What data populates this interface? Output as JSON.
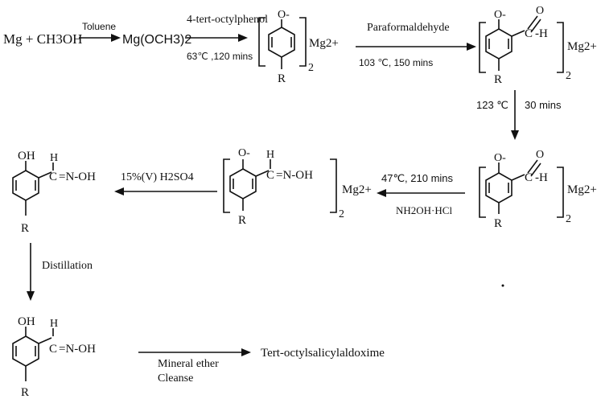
{
  "reagents": {
    "mg_methanol": "Mg + CH3OH",
    "mg_methoxide": "Mg(OCH3)2",
    "final_product": "Tert-octylsalicylaldoxime"
  },
  "atoms": {
    "o_minus": "O-",
    "r": "R",
    "oh": "OH",
    "h": "H",
    "c_eq": "C",
    "n_oh": "=N-OH",
    "mg2plus": "Mg2+",
    "sub2": "2"
  },
  "conditions": {
    "step1_above": "Toluene",
    "step2_above": "4-tert-octylphenol",
    "step2_below": "63℃ ,120 mins",
    "step3_above": "Paraformaldehyde",
    "step3_below": "103 ℃,  150 mins",
    "step4_left": "123 ℃",
    "step4_right": "30 mins",
    "step5_above": "47℃, 210 mins",
    "step5_below": "NH2OH·HCl",
    "step6_above": "15%(V) H2SO4",
    "step7_right": "Distillation",
    "step8_below_1": "Mineral ether",
    "step8_below_2": "Cleanse"
  }
}
